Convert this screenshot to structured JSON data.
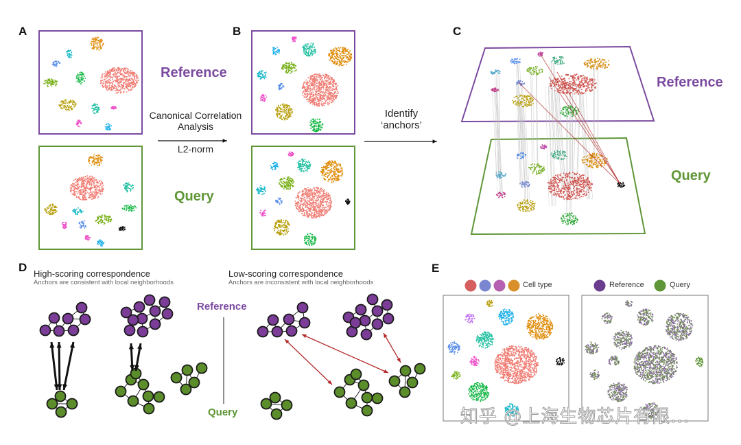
{
  "panels": {
    "A": {
      "letter": "A"
    },
    "B": {
      "letter": "B"
    },
    "C": {
      "letter": "C"
    },
    "D": {
      "letter": "D"
    },
    "E": {
      "letter": "E"
    }
  },
  "labels": {
    "reference": "Reference",
    "query": "Query"
  },
  "arrow1": {
    "line1": "Canonical Correlation",
    "line2": "Analysis",
    "below": "L2-norm"
  },
  "arrow2": {
    "line1": "Identify",
    "line2": "‘anchors’"
  },
  "panelD": {
    "high_title": "High-scoring correspondence",
    "high_caption": "Anchors are consistent with local neighborhoods",
    "low_title": "Low-scoring correspondence",
    "low_caption": "Anchors are inconsistent with local neighborhoods",
    "reference": "Reference",
    "query": "Query"
  },
  "panelE": {
    "legend_left": "Cell type",
    "legend_ref": "Reference",
    "legend_query": "Query",
    "legend_celltype_colors": [
      "#d55e5e",
      "#7a86cf",
      "#b560b0",
      "#d9902a"
    ],
    "legend_ref_color": "#6a3d8f",
    "legend_query_color": "#5f9637"
  },
  "colors": {
    "reference": "#7b4aa0",
    "query": "#5f9637",
    "salmon": "#f07b72",
    "orange": "#e08f10",
    "teal": "#1fbfa0",
    "cyan": "#1ab8c8",
    "blue": "#5a8fe8",
    "sky": "#1aaee8",
    "green": "#18b848",
    "lime": "#78b018",
    "olive": "#b8a010",
    "pink": "#f050c8",
    "violet": "#c070f0",
    "black": "#111111",
    "anchor_red": "#b22a2a"
  },
  "watermark": "知乎 @上海生物芯片有限..."
}
